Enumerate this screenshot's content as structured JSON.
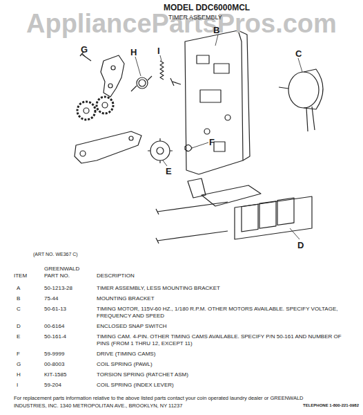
{
  "diagram": {
    "title": "MODEL DDC6000MCL",
    "labels": [
      "AppliancePartsPros.com",
      "TIMER ASSEMBLY",
      "B",
      "G",
      "H",
      "I",
      "C",
      "E",
      "F",
      "D",
      "(ART NO. WE367 C)",
      "GREENWALD PART NO.",
      "ITEM",
      "DESCRIPTION",
      "A",
      "50-1213-28",
      "TIMER ASSEMBLY, LESS MOUNTING BRACKET",
      "B",
      "75-44",
      "MOUNTING BRACKET",
      "C",
      "50-61-13",
      "TIMING MOTOR, 115V-60 HZ., 1/180 R.P.M. OTHER MOTORS AVAILABLE. SPECIFY VOLTAGE, FREQUENCY AND SPEED",
      "D",
      "00-6164",
      "ENCLOSED SNAP SWITCH",
      "E",
      "50-161-4",
      "TIMING CAM. 4-PIN. OTHER TIMING CAMS AVAILABLE. SPECIFY P/N 50-161 AND NUMBER OF PINS (FROM 1 THRU 12, EXCEPT 11)",
      "F",
      "59-9999",
      "DRIVE (TIMING CAMS)",
      "G",
      "00-8003",
      "COIL SPRING (PAWL)",
      "H",
      "KIT-1585",
      "TORSION SPRING (RATCHET ASM)",
      "I",
      "59-204",
      "COIL SPRING (INDEX LEVER)",
      "For replacement parts information relative to the above listed parts contact your coin operated laundry dealer or GREENWALD INDUSTRIES, INC. 1340 METROPOLITAN AVE., BROOKLYN, NY 11237",
      "TELEPHONE 1-800-221-0982"
    ]
  }
}
